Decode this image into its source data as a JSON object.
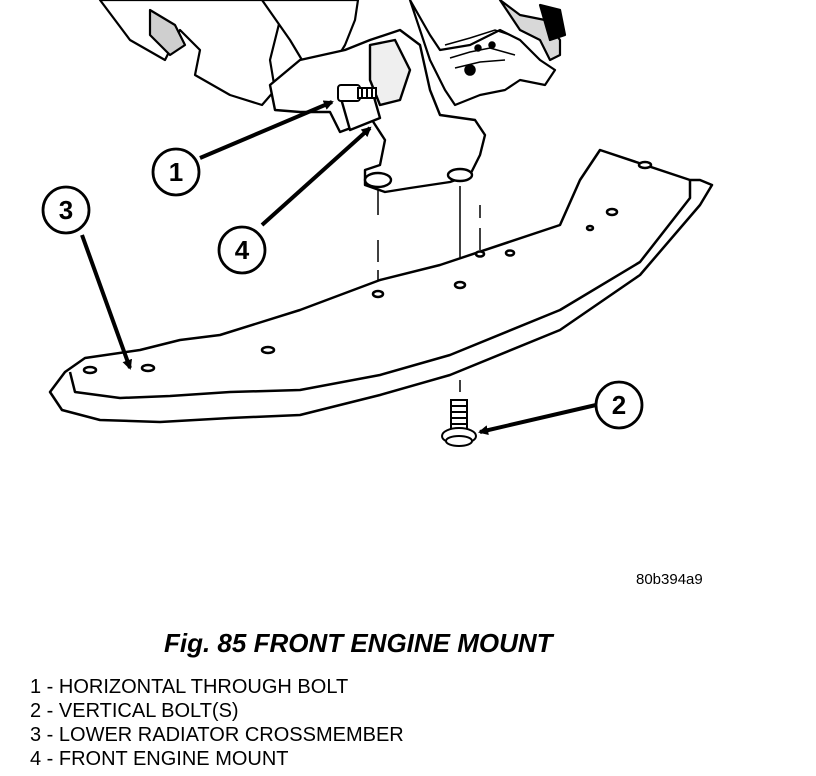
{
  "callouts": [
    {
      "number": "1",
      "target": "horizontal-through-bolt"
    },
    {
      "number": "2",
      "target": "vertical-bolt"
    },
    {
      "number": "3",
      "target": "lower-radiator-crossmember"
    },
    {
      "number": "4",
      "target": "front-engine-mount"
    }
  ],
  "image_code": "80b394a9",
  "caption": "Fig. 85 FRONT ENGINE MOUNT",
  "legend": [
    "1 - HORIZONTAL THROUGH BOLT",
    "2 - VERTICAL BOLT(S)",
    "3 - LOWER RADIATOR CROSSMEMBER",
    "4 - FRONT ENGINE MOUNT"
  ]
}
